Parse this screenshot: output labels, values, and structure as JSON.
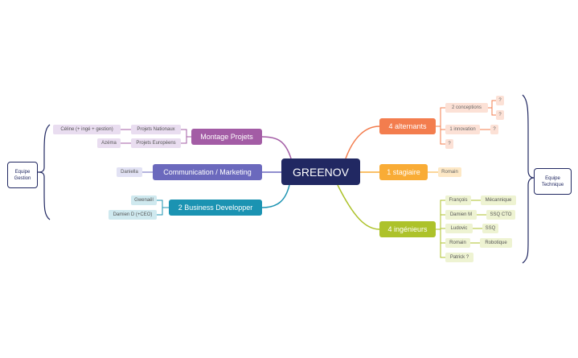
{
  "root": "GREENOV",
  "left_group_label": [
    "Equipe",
    "Gestion"
  ],
  "right_group_label": [
    "Equipe",
    "Technique"
  ],
  "colors": {
    "root": "#212862",
    "montage": "#a35ca5",
    "communication": "#6b69bd",
    "business": "#1b93b2",
    "alternants": "#f37d4e",
    "stagiaire": "#f9ac36",
    "ingenieurs": "#adc22a"
  },
  "branches": {
    "montage": {
      "label": "Montage Projets",
      "children": [
        {
          "label": "Projets Nationaux",
          "child": "Céline (+ ingé + gestion)"
        },
        {
          "label": "Projets Européens",
          "child": "Azéma"
        }
      ]
    },
    "communication": {
      "label": "Communication / Marketing",
      "child": "Daniella"
    },
    "business": {
      "label": "2 Business Developper",
      "children": [
        "Gwenaël",
        "Damien D (+CEO)"
      ]
    },
    "alternants": {
      "label": "4 alternants",
      "children": [
        {
          "label": "2 conceptions",
          "children": [
            "?",
            "?"
          ]
        },
        {
          "label": "1 innovation",
          "child": "?"
        },
        {
          "label": "?"
        }
      ]
    },
    "stagiaire": {
      "label": "1 stagiaire",
      "child": "Romain"
    },
    "ingenieurs": {
      "label": "4 ingénieurs",
      "children": [
        {
          "label": "François",
          "child": "Mécannique"
        },
        {
          "label": "Damien M",
          "child": "SSQ CTO"
        },
        {
          "label": "Ludovic",
          "child": "SSQ"
        },
        {
          "label": "Romain",
          "child": "Robotique"
        },
        {
          "label": "Patrick ?"
        }
      ]
    }
  }
}
